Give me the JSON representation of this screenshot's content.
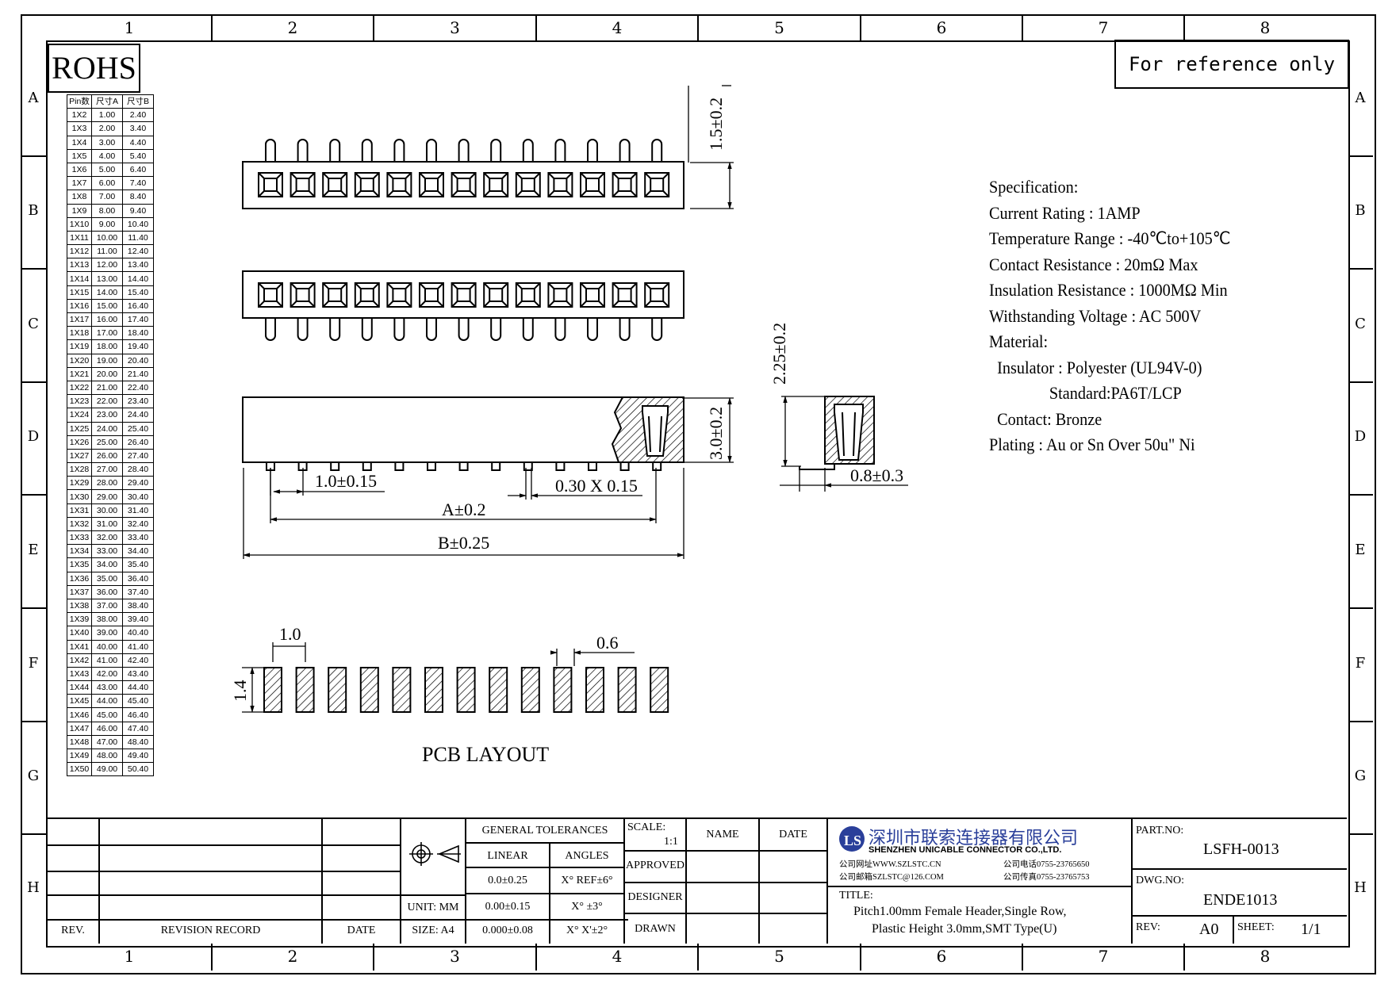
{
  "zones": {
    "columns": [
      "1",
      "2",
      "3",
      "4",
      "5",
      "6",
      "7",
      "8"
    ],
    "rows": [
      "A",
      "B",
      "C",
      "D",
      "E",
      "F",
      "G",
      "H"
    ]
  },
  "rohs": "ROHS",
  "reference_note": "For reference only",
  "pin_table": {
    "headers": [
      "Pin数",
      "尺寸A",
      "尺寸B"
    ],
    "rows": [
      [
        "1X2",
        "1.00",
        "2.40"
      ],
      [
        "1X3",
        "2.00",
        "3.40"
      ],
      [
        "1X4",
        "3.00",
        "4.40"
      ],
      [
        "1X5",
        "4.00",
        "5.40"
      ],
      [
        "1X6",
        "5.00",
        "6.40"
      ],
      [
        "1X7",
        "6.00",
        "7.40"
      ],
      [
        "1X8",
        "7.00",
        "8.40"
      ],
      [
        "1X9",
        "8.00",
        "9.40"
      ],
      [
        "1X10",
        "9.00",
        "10.40"
      ],
      [
        "1X11",
        "10.00",
        "11.40"
      ],
      [
        "1X12",
        "11.00",
        "12.40"
      ],
      [
        "1X13",
        "12.00",
        "13.40"
      ],
      [
        "1X14",
        "13.00",
        "14.40"
      ],
      [
        "1X15",
        "14.00",
        "15.40"
      ],
      [
        "1X16",
        "15.00",
        "16.40"
      ],
      [
        "1X17",
        "16.00",
        "17.40"
      ],
      [
        "1X18",
        "17.00",
        "18.40"
      ],
      [
        "1X19",
        "18.00",
        "19.40"
      ],
      [
        "1X20",
        "19.00",
        "20.40"
      ],
      [
        "1X21",
        "20.00",
        "21.40"
      ],
      [
        "1X22",
        "21.00",
        "22.40"
      ],
      [
        "1X23",
        "22.00",
        "23.40"
      ],
      [
        "1X24",
        "23.00",
        "24.40"
      ],
      [
        "1X25",
        "24.00",
        "25.40"
      ],
      [
        "1X26",
        "25.00",
        "26.40"
      ],
      [
        "1X27",
        "26.00",
        "27.40"
      ],
      [
        "1X28",
        "27.00",
        "28.40"
      ],
      [
        "1X29",
        "28.00",
        "29.40"
      ],
      [
        "1X30",
        "29.00",
        "30.40"
      ],
      [
        "1X31",
        "30.00",
        "31.40"
      ],
      [
        "1X32",
        "31.00",
        "32.40"
      ],
      [
        "1X33",
        "32.00",
        "33.40"
      ],
      [
        "1X34",
        "33.00",
        "34.40"
      ],
      [
        "1X35",
        "34.00",
        "35.40"
      ],
      [
        "1X36",
        "35.00",
        "36.40"
      ],
      [
        "1X37",
        "36.00",
        "37.40"
      ],
      [
        "1X38",
        "37.00",
        "38.40"
      ],
      [
        "1X39",
        "38.00",
        "39.40"
      ],
      [
        "1X40",
        "39.00",
        "40.40"
      ],
      [
        "1X41",
        "40.00",
        "41.40"
      ],
      [
        "1X42",
        "41.00",
        "42.40"
      ],
      [
        "1X43",
        "42.00",
        "43.40"
      ],
      [
        "1X44",
        "43.00",
        "44.40"
      ],
      [
        "1X45",
        "44.00",
        "45.40"
      ],
      [
        "1X46",
        "45.00",
        "46.40"
      ],
      [
        "1X47",
        "46.00",
        "47.40"
      ],
      [
        "1X48",
        "47.00",
        "48.40"
      ],
      [
        "1X49",
        "48.00",
        "49.40"
      ],
      [
        "1X50",
        "49.00",
        "50.40"
      ]
    ]
  },
  "spec_lines": [
    "Specification:",
    "Current Rating : 1AMP",
    "Temperature Range : -40℃to+105℃",
    "Contact Resistance : 20mΩ Max",
    "Insulation Resistance : 1000MΩ Min",
    "Withstanding Voltage : AC 500V",
    "Material:",
    "  Insulator : Polyester (UL94V-0)",
    "               Standard:PA6T/LCP",
    "  Contact: Bronze",
    "Plating : Au or Sn Over 50u\" Ni"
  ],
  "dims": {
    "top_height": "1.5±0.2",
    "body_height": "3.0±0.2",
    "side_height": "2.25±0.2",
    "side_offset": "0.8±0.3",
    "pitch": "1.0±0.15",
    "pin_size": "0.30 X 0.15",
    "dim_a": "A±0.2",
    "dim_b": "B±0.25",
    "pad_pitch": "1.0",
    "pad_width": "0.6",
    "pad_height": "1.4"
  },
  "pcb_layout_label": "PCB LAYOUT",
  "title_block": {
    "rev_label": "REV.",
    "revision_record": "REVISION RECORD",
    "date_label": "DATE",
    "unit": "UNIT: MM",
    "size": "SIZE: A4",
    "general_tolerances": "GENERAL TOLERANCES",
    "linear": "LINEAR",
    "angles": "ANGLES",
    "tol_linear": [
      "0.0±0.25",
      "0.00±0.15",
      "0.000±0.08"
    ],
    "tol_angles": [
      "X° REF±6°",
      "X° ±3°",
      "X° X'±2°"
    ],
    "scale_label": "SCALE:",
    "scale_value": "1:1",
    "name_label": "NAME",
    "date_col": "DATE",
    "approved": "APPROVED",
    "designer": "DESIGNER",
    "drawn": "DRAWN",
    "company_cn": "深圳市联索连接器有限公司",
    "company_en": "SHENZHEN UNICABLE CONNECTOR CO.,LTD.",
    "web": "公司网址WWW.SZLSTC.CN",
    "phone": "公司电话0755-23765650",
    "email": "公司邮箱SZLSTC@126.COM",
    "fax": "公司传真0755-23765753",
    "title_label": "TITLE:",
    "title_line1": "Pitch1.00mm Female Header,Single Row,",
    "title_line2": "Plastic Height 3.0mm,SMT Type(U)",
    "part_no_label": "PART.NO:",
    "part_no": "LSFH-0013",
    "dwg_no_label": "DWG.NO:",
    "dwg_no": "ENDE1013",
    "rev_value_label": "REV:",
    "rev_value": "A0",
    "sheet_label": "SHEET:",
    "sheet_value": "1/1",
    "accent_color": "#2a3f9a"
  }
}
